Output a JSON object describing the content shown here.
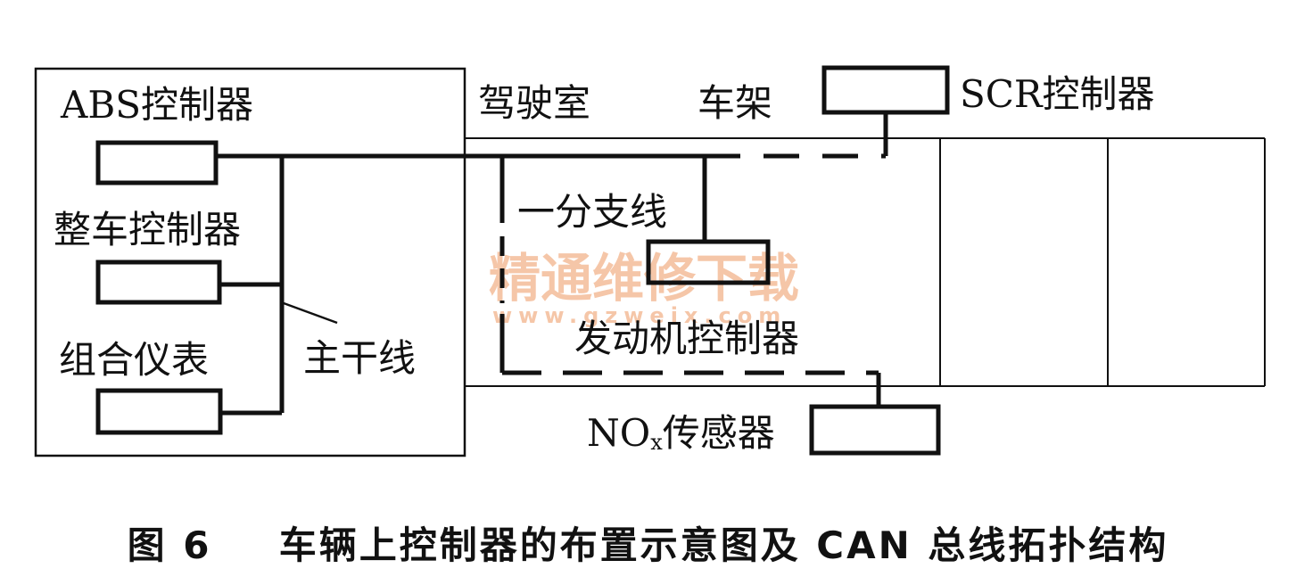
{
  "labels": {
    "abs_controller": "ABS控制器",
    "vehicle_controller": "整车控制器",
    "instrument_cluster": "组合仪表",
    "main_line": "主干线",
    "cab": "驾驶室",
    "frame": "车架",
    "scr_controller": "SCR控制器",
    "branch_line": "一分支线",
    "engine_controller": "发动机控制器",
    "nox_prefix": "NO",
    "nox_sub": "x",
    "nox_suffix": "传感器"
  },
  "watermark": {
    "text": "精通维修下载",
    "url": "www.gzweix.com",
    "color": "#f2b48c"
  },
  "caption": {
    "figure": "图 6",
    "title": "车辆上控制器的布置示意图及 CAN 总线拓扑结构"
  }
}
